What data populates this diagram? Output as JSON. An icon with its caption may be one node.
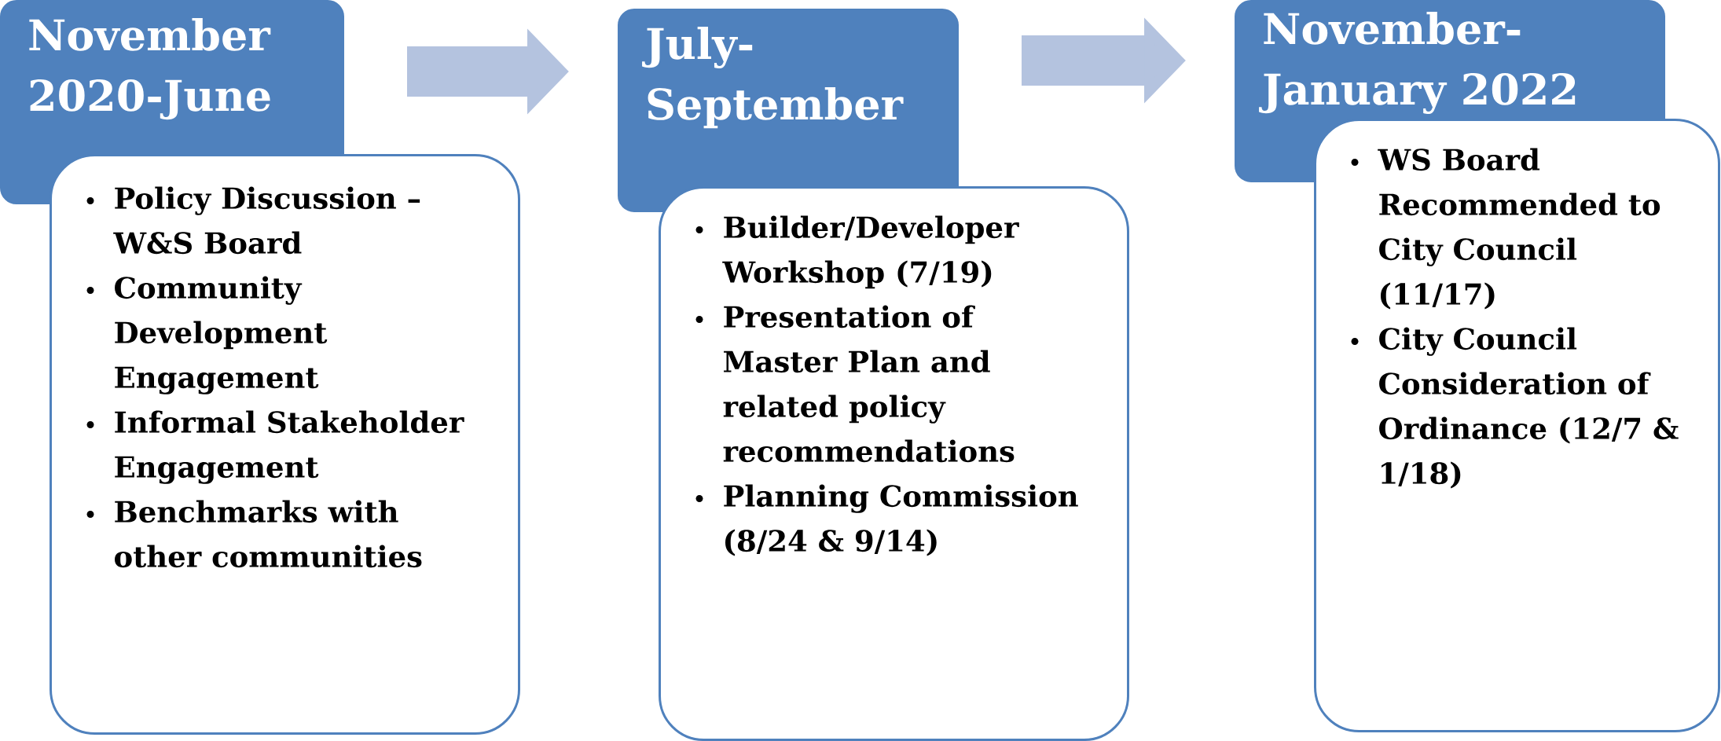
{
  "diagram": {
    "nodes": [
      {
        "text": [
          "November 2020-June"
        ]
      },
      {
        "text": [
          "Policy Discussion – W&S Board",
          "Community Development Engagement",
          "Informal Stakeholder Engagement",
          "Benchmarks with other communities"
        ]
      },
      {
        "text": [
          "July-September"
        ]
      },
      {
        "text": [
          "Builder/Developer Workshop (7/19)",
          "Presentation of Master Plan and related policy recommendations",
          "Planning Commission (8/24 & 9/14)"
        ]
      },
      {
        "text": [
          "November-January 2022"
        ]
      },
      {
        "text": [
          "WS Board Recommended to City Council (11/17)",
          "City Council Consideration of Ordinance (12/7 & 1/18)"
        ]
      }
    ],
    "edges": [
      {
        "from": 0,
        "to": 2,
        "arrow": "to"
      },
      {
        "from": 2,
        "to": 4,
        "arrow": "to"
      }
    ]
  }
}
